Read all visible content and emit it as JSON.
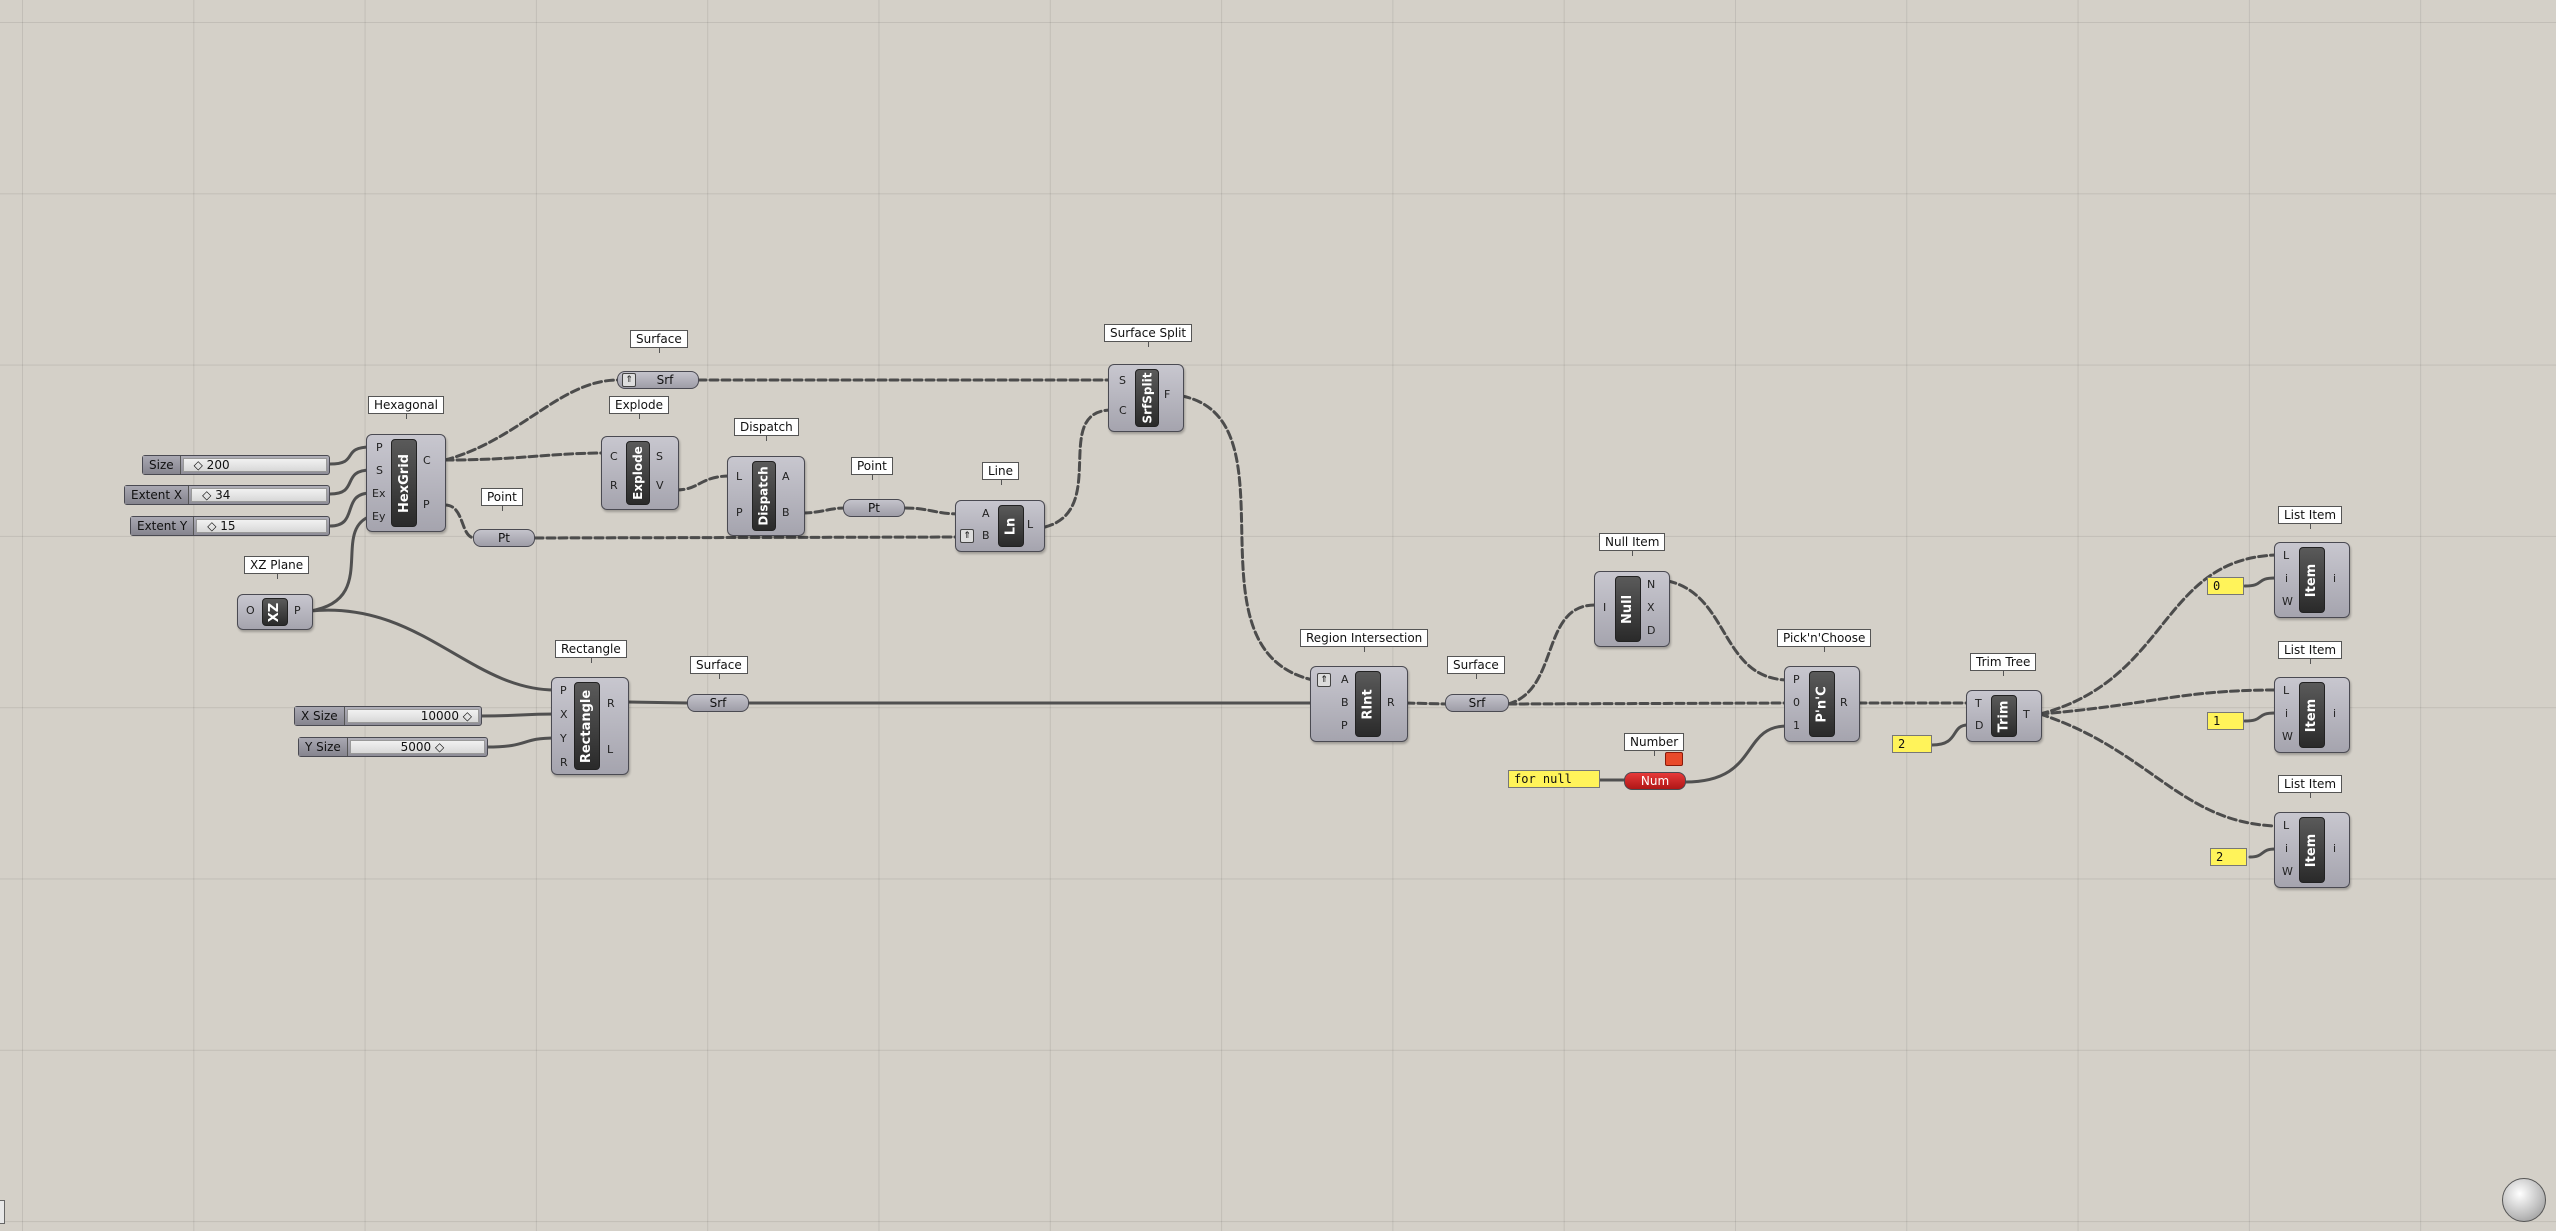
{
  "labels": {
    "surface_top": "Surface",
    "surface_split": "Surface Split",
    "hexagonal": "Hexagonal",
    "explode": "Explode",
    "dispatch": "Dispatch",
    "point_right": "Point",
    "line": "Line",
    "point_left": "Point",
    "null_item": "Null Item",
    "xz_plane": "XZ Plane",
    "rectangle": "Rectangle",
    "surface_mid": "Surface",
    "region_intersection": "Region Intersection",
    "surface_right": "Surface",
    "pick_n_choose": "Pick'n'Choose",
    "trim_tree": "Trim Tree",
    "number": "Number",
    "list_item_1": "List Item",
    "list_item_2": "List Item",
    "list_item_3": "List Item"
  },
  "cores": {
    "hexgrid": "HexGrid",
    "explode": "Explode",
    "dispatch": "Dispatch",
    "ln": "Ln",
    "srfsplit": "SrfSplit",
    "xz": "XZ",
    "rectangle": "Rectangle",
    "rint": "RInt",
    "null": "Null",
    "pnc": "P'n'C",
    "trim": "Trim",
    "item1": "Item",
    "item2": "Item",
    "item3": "Item"
  },
  "params": {
    "srf_top": "Srf",
    "pt_right": "Pt",
    "pt_left": "Pt",
    "srf_mid": "Srf",
    "srf_right": "Srf",
    "num": "Num"
  },
  "sliders": {
    "size": {
      "label": "Size",
      "value": "◇ 200"
    },
    "extent_x": {
      "label": "Extent X",
      "value": "◇ 34"
    },
    "extent_y": {
      "label": "Extent Y",
      "value": "◇ 15"
    },
    "x_size": {
      "label": "X Size",
      "value": "10000 ◇"
    },
    "y_size": {
      "label": "Y Size",
      "value": "5000 ◇"
    }
  },
  "panels": {
    "for_null": "for null",
    "trim_depth": "2",
    "index_0": "0",
    "index_1": "1",
    "index_2": "2"
  },
  "ports": {
    "hex_in": [
      "P",
      "S",
      "Ex",
      "Ey"
    ],
    "hex_out": [
      "C",
      "P"
    ],
    "explode_in": [
      "C",
      "R"
    ],
    "explode_out": [
      "S",
      "V"
    ],
    "dispatch_in": [
      "L",
      "P"
    ],
    "dispatch_out": [
      "A",
      "B"
    ],
    "line_in": [
      "A",
      "B"
    ],
    "line_out": [
      "L"
    ],
    "srfsplit_in": [
      "S",
      "C"
    ],
    "srfsplit_out": [
      "F"
    ],
    "xz_in": [
      "O"
    ],
    "xz_out": [
      "P"
    ],
    "rect_in": [
      "P",
      "X",
      "Y",
      "R"
    ],
    "rect_out": [
      "R",
      "L"
    ],
    "rint_in": [
      "A",
      "B",
      "P"
    ],
    "rint_out": [
      "R"
    ],
    "null_in": [
      "I"
    ],
    "null_out": [
      "N",
      "X",
      "D"
    ],
    "pnc_in": [
      "P",
      "0",
      "1"
    ],
    "pnc_out": [
      "R"
    ],
    "trim_in": [
      "T",
      "D"
    ],
    "trim_out": [
      "T"
    ],
    "item_in": [
      "L",
      "i",
      "W"
    ],
    "item_out": [
      "i"
    ]
  },
  "colors": {
    "canvas": "#d4d0c8",
    "component": "#b4b3bc",
    "panel": "#fff35a",
    "num_param": "#d91e1e",
    "wire": "#505050"
  },
  "icons": [
    "navigation-compass-icon"
  ]
}
